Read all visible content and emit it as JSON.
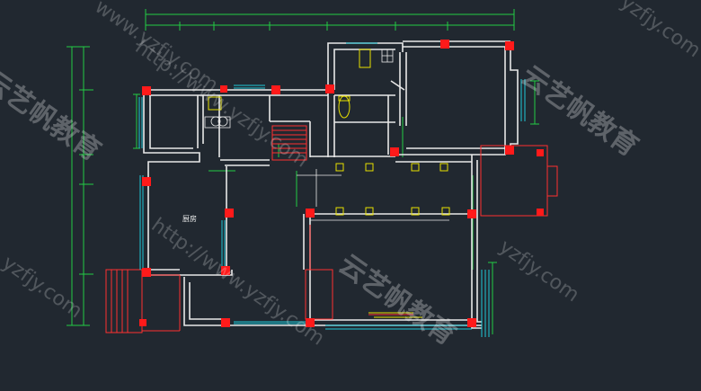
{
  "canvas": {
    "background": "#212830",
    "colors": {
      "wall": "#e8e8e8",
      "dimension": "#22cc44",
      "window": "#20c8d8",
      "column": "#ff1a1a",
      "annotation": "#ff3030",
      "fixture": "#e8e000"
    }
  },
  "drawing": {
    "room_label_kitchen": "厨房"
  },
  "watermarks": {
    "brand_cn": "云艺帆教育",
    "url": "http://www.yzfjy.com",
    "url_short": "www.yzfjy.com",
    "domain_fragment": "yzfjy.com"
  }
}
